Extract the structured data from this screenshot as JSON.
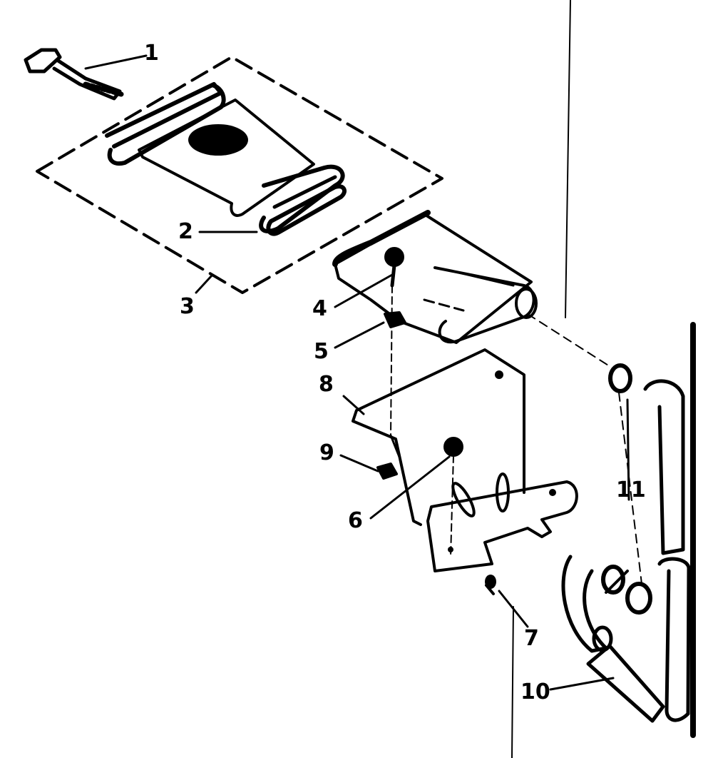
{
  "diagram": {
    "type": "exploded-parts-view",
    "colors": {
      "ink": "#000000",
      "paper": "#ffffff"
    },
    "callouts": [
      {
        "id": "c1",
        "label": "1"
      },
      {
        "id": "c2",
        "label": "2"
      },
      {
        "id": "c3",
        "label": "3"
      },
      {
        "id": "c4",
        "label": "4"
      },
      {
        "id": "c5",
        "label": "5"
      },
      {
        "id": "c8",
        "label": "8"
      },
      {
        "id": "c9",
        "label": "9"
      },
      {
        "id": "c6",
        "label": "6"
      },
      {
        "id": "c7",
        "label": "7"
      },
      {
        "id": "c10",
        "label": "10"
      },
      {
        "id": "c11",
        "label": "11"
      }
    ]
  }
}
